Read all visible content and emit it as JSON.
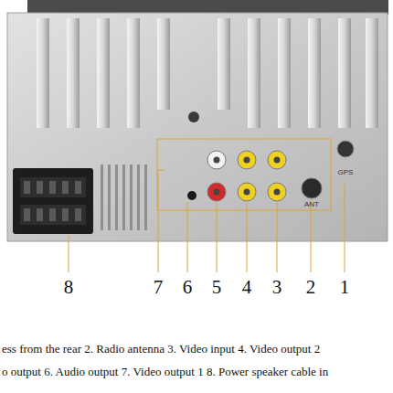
{
  "diagram": {
    "labels": [
      "8",
      "7",
      "6",
      "5",
      "4",
      "3",
      "2",
      "1",
      "GPS",
      "ANT",
      "ess from the rear 2. Radio antenna 3. Video input 4. Video output 2",
      "o output 6. Audio output 7. Video output 1 8. Power speaker cable in"
    ]
  }
}
